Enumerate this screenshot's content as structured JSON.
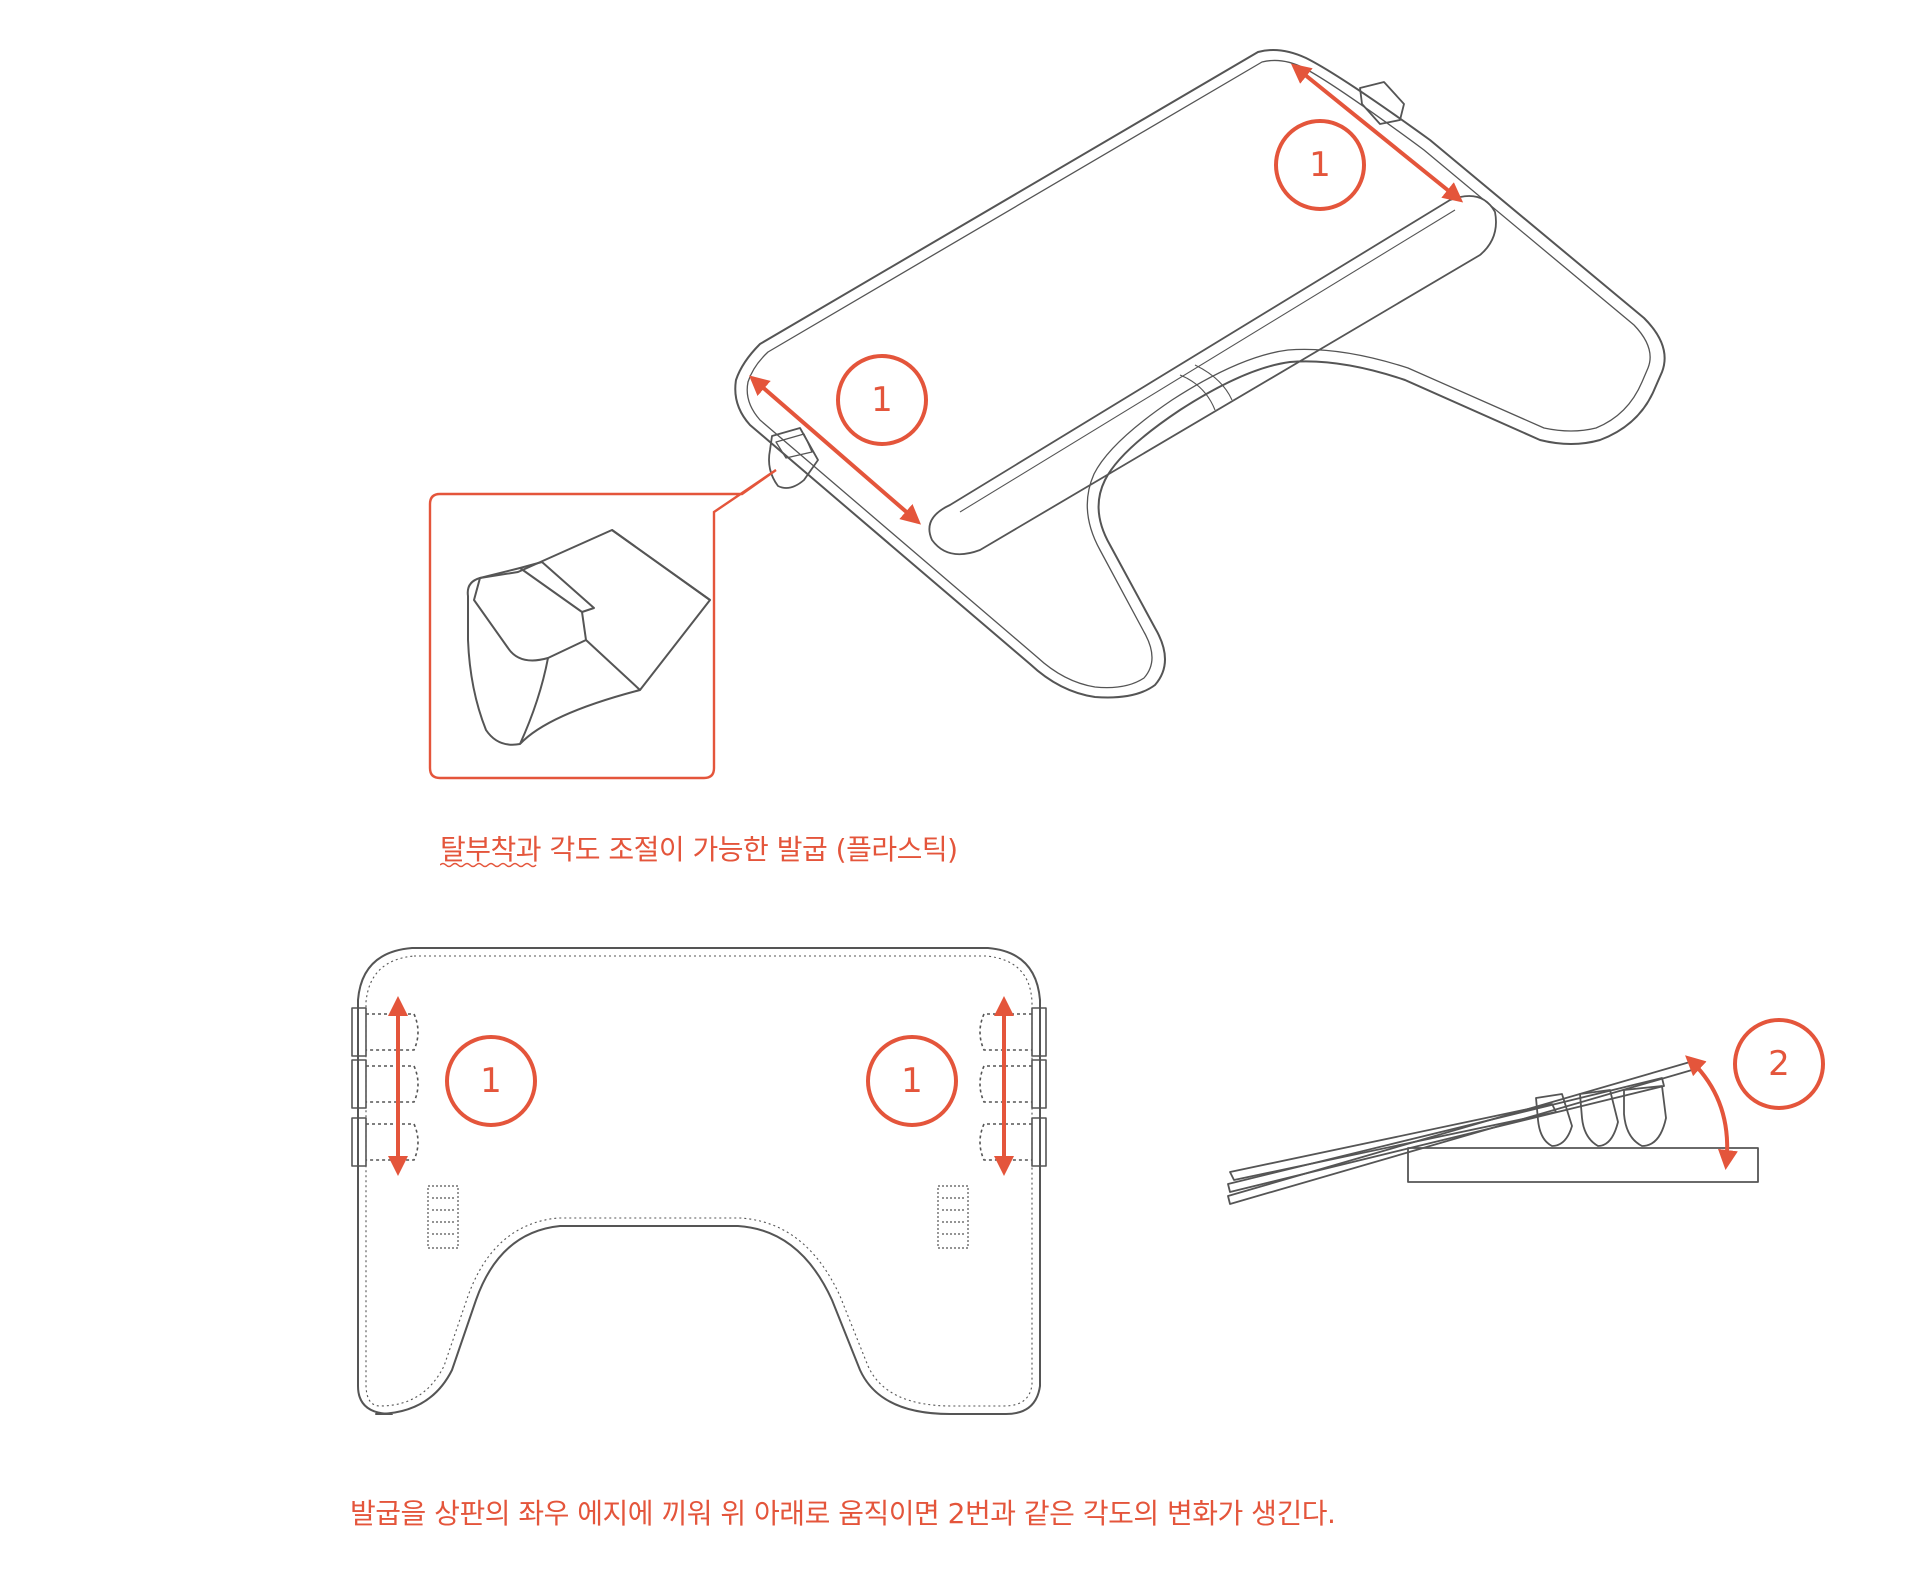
{
  "captions": {
    "top": "탈부착과 각도 조절이 가능한 발굽 (플라스틱)",
    "bottom": "발굽을 상판의 좌우 에지에 끼워 위 아래로 움직이면 2번과 같은 각도의 변화가 생긴다."
  },
  "markers": {
    "iso_right": "1",
    "iso_left": "1",
    "plan_left": "1",
    "plan_right": "1",
    "side": "2"
  },
  "colors": {
    "accent": "#e4553b",
    "line": "#555555"
  }
}
